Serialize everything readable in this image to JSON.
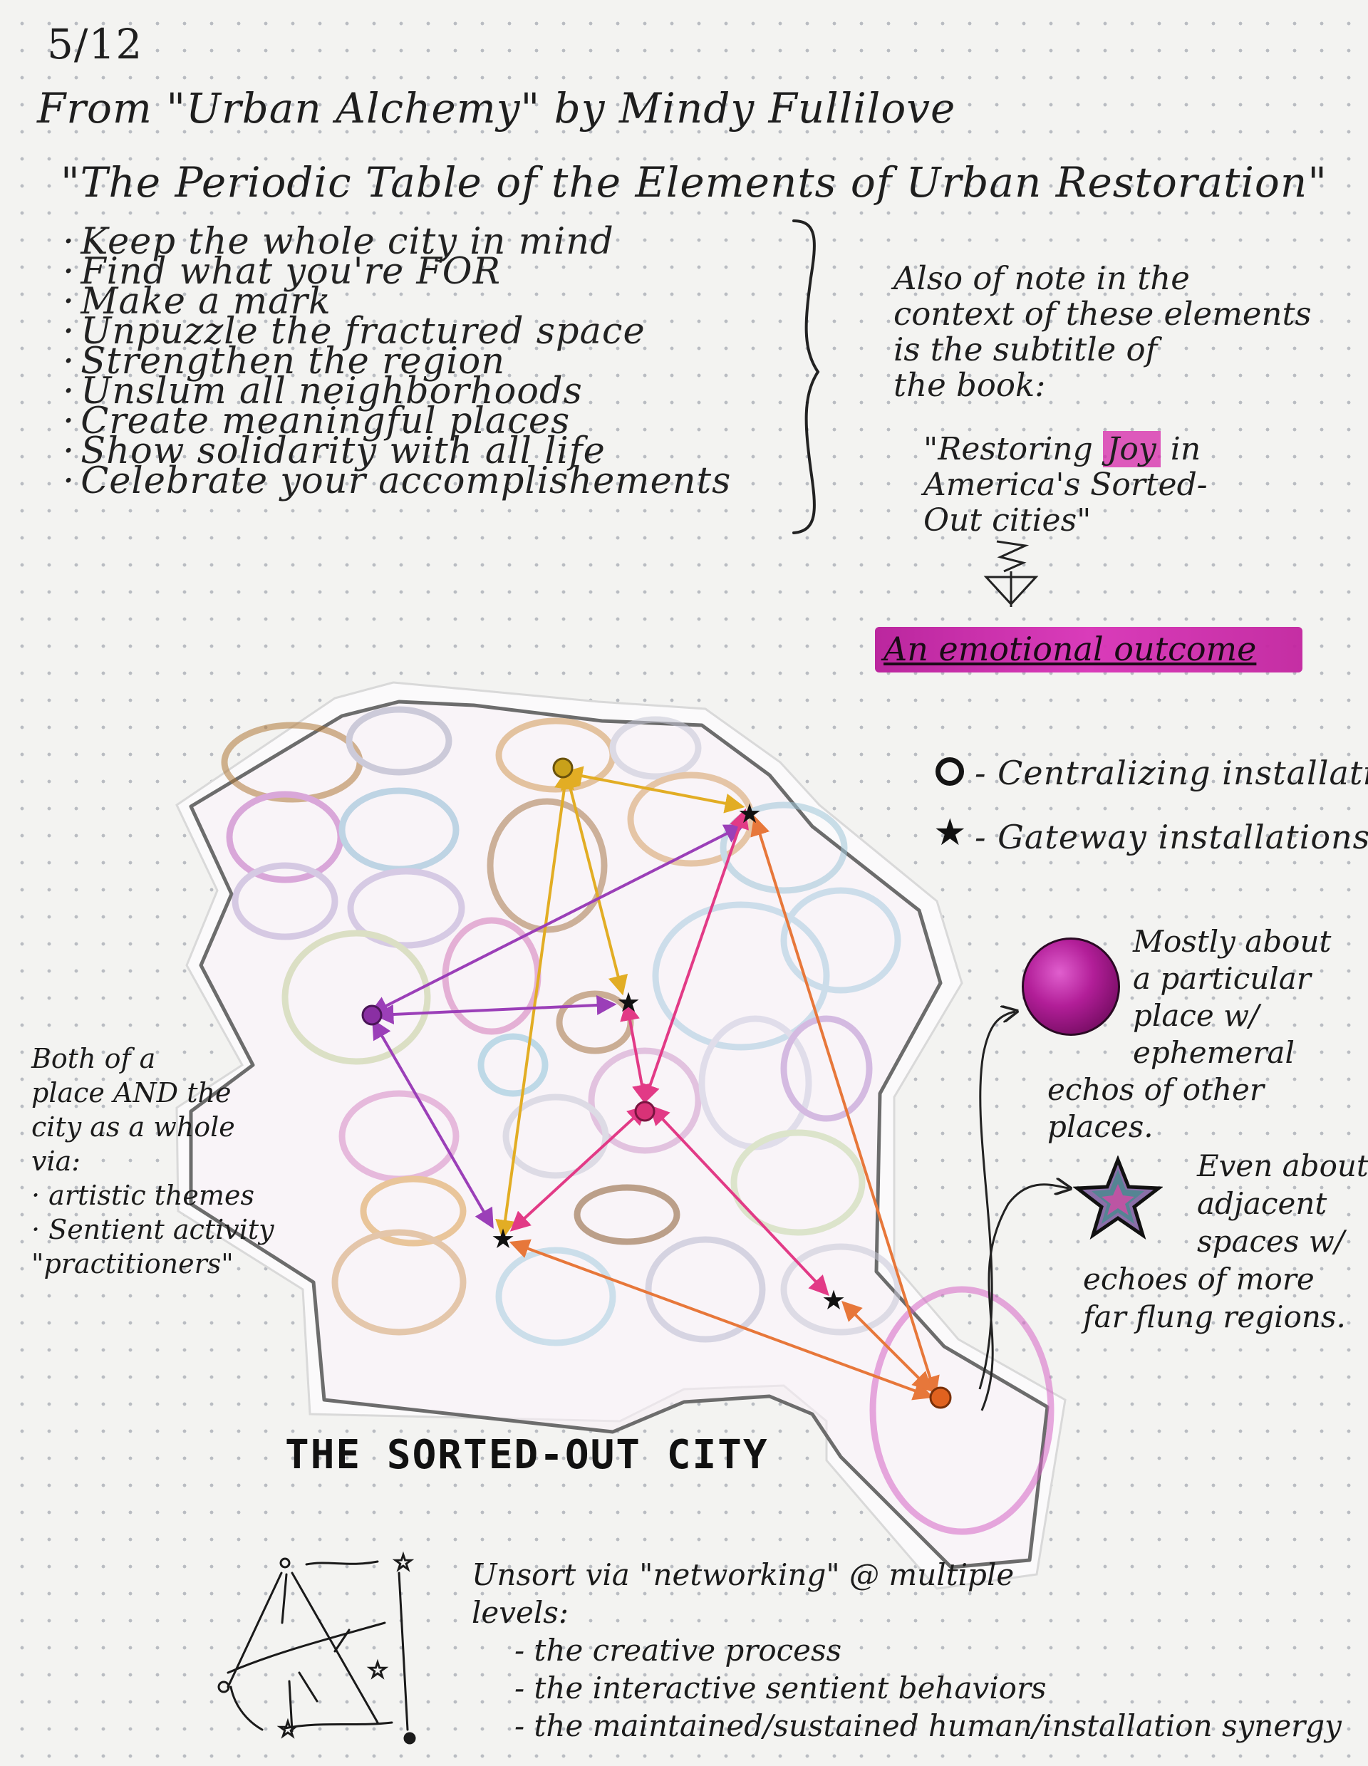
{
  "date": "5/12",
  "header": {
    "from_line": "From \"Urban Alchemy\" by Mindy Fullilove",
    "subtitle_line": "\"The Periodic Table of the Elements of Urban Restoration\""
  },
  "elements_list": [
    "Keep the whole city in mind",
    "Find what you're FOR",
    "Make a mark",
    "Unpuzzle the fractured space",
    "Strengthen the region",
    "Unslum all neighborhoods",
    "Create meaningful places",
    "Show solidarity with all life",
    "Celebrate your accomplishements"
  ],
  "side_note": {
    "lines": [
      "Also of note in the",
      "context of these elements",
      "is the subtitle of",
      "the book:"
    ],
    "quote_pre": "\"Restoring ",
    "quote_joy": "Joy",
    "quote_post": " in",
    "quote_line2": "America's Sorted-",
    "quote_line3": "Out cities\"",
    "outcome": "An emotional outcome"
  },
  "legend": {
    "centralizing": "- Centralizing installations",
    "gateway": "- Gateway installations"
  },
  "place_note": [
    "Mostly about",
    "a particular",
    "place w/",
    "ephemeral",
    "echos of other",
    "places."
  ],
  "star_note": [
    "Even about",
    "adjacent",
    "spaces w/",
    "echoes of more",
    "far flung regions."
  ],
  "both_note": [
    "Both of a",
    "place AND the",
    "city as a whole",
    "via:",
    "· artistic themes",
    "· Sentient activity",
    "\"practitioners\""
  ],
  "city_title": "THE SORTED-OUT CITY",
  "unsort": {
    "intro": "Unsort via \"networking\" @ multiple",
    "intro2": "levels:",
    "levels": [
      "- the creative process",
      "- the interactive sentient behaviors",
      "- the maintained/sustained human/installation synergy"
    ]
  },
  "colors": {
    "magenta": "#c81fa6",
    "purple": "#9b3fb8",
    "gold": "#e2ad24",
    "pink": "#e23a86",
    "orange": "#e7773a"
  },
  "icons": [
    "centralizing-dot-icon",
    "gateway-star-icon",
    "magenta-place-dot-icon",
    "multicolor-star-icon"
  ]
}
